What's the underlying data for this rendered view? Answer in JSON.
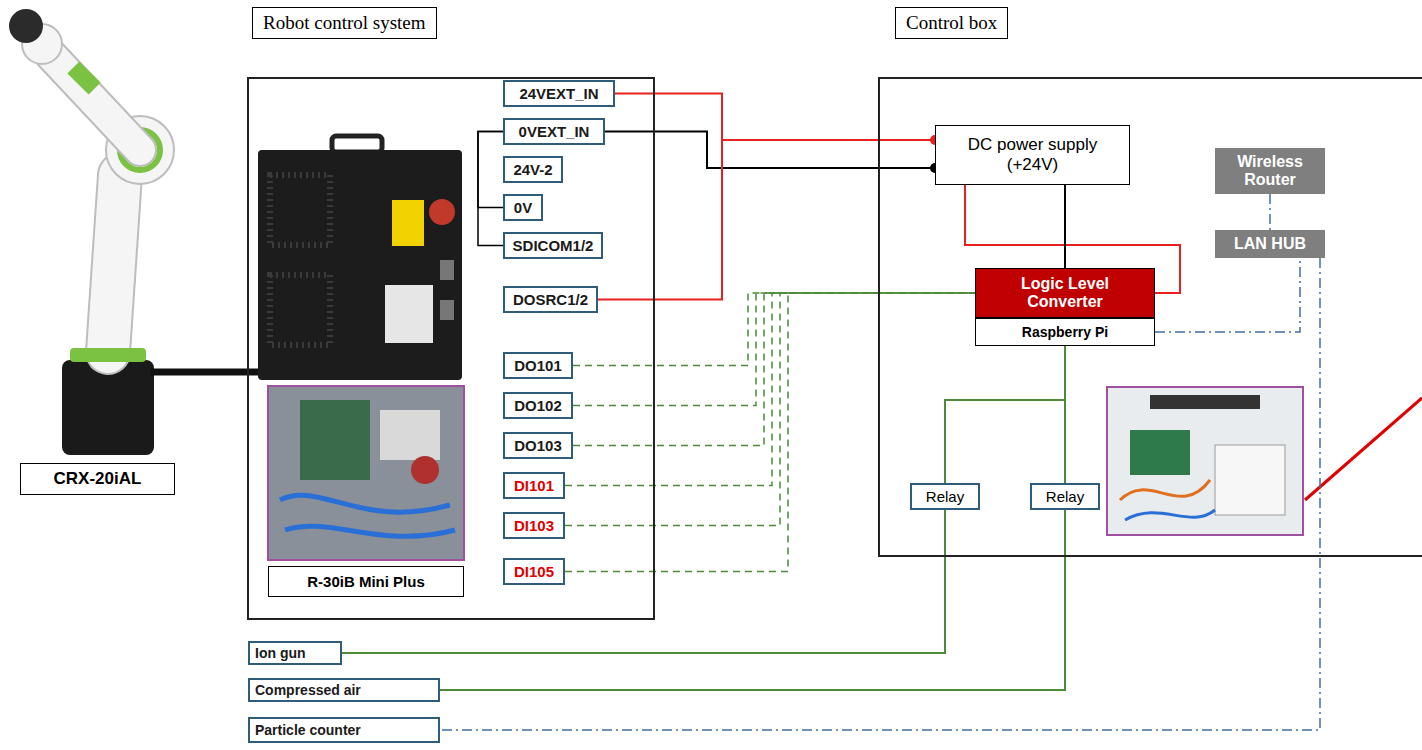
{
  "diagram": {
    "nodes": [
      {
        "text": [
          "Robot control system"
        ]
      },
      {
        "text": [
          "24VEXT_IN"
        ],
        "in": 0
      },
      {
        "text": [
          "0VEXT_IN"
        ],
        "in": 0
      },
      {
        "text": [
          "24V-2"
        ],
        "in": 0
      },
      {
        "text": [
          "0V"
        ],
        "in": 0
      },
      {
        "text": [
          "SDICOM1/2"
        ],
        "in": 0
      },
      {
        "text": [
          "DOSRC1/2"
        ],
        "in": 0
      },
      {
        "text": [
          "DO101"
        ],
        "in": 0
      },
      {
        "text": [
          "DO102"
        ],
        "in": 0
      },
      {
        "text": [
          "DO103"
        ],
        "in": 0
      },
      {
        "text": [
          "DI101"
        ],
        "in": 0
      },
      {
        "text": [
          "DI103"
        ],
        "in": 0
      },
      {
        "text": [
          "DI105"
        ],
        "in": 0
      },
      {
        "text": [
          "R-30iB Mini Plus"
        ],
        "in": 0
      },
      {
        "text": [
          "Control box"
        ]
      },
      {
        "text": [
          "DC power supply (+24V)"
        ],
        "in": 14
      },
      {
        "text": [
          "Wireless Router"
        ],
        "in": 14
      },
      {
        "text": [
          "LAN HUB"
        ],
        "in": 14
      },
      {
        "text": [
          "Logic Level Converter"
        ],
        "in": 14
      },
      {
        "text": [
          "Raspberry Pi"
        ],
        "in": 14
      },
      {
        "text": [
          "Relay"
        ],
        "in": 14
      },
      {
        "text": [
          "Relay"
        ],
        "in": 14
      },
      {
        "text": [
          "CRX-20iAL"
        ]
      },
      {
        "text": [
          "Ion gun"
        ]
      },
      {
        "text": [
          "Compressed air"
        ]
      },
      {
        "text": [
          "Particle counter"
        ]
      }
    ],
    "edges": [
      {
        "from": 1,
        "to": 15,
        "arrow": "none"
      },
      {
        "from": 2,
        "to": 15,
        "arrow": "none"
      },
      {
        "from": 2,
        "to": 4,
        "arrow": "none"
      },
      {
        "from": 2,
        "to": 5,
        "arrow": "none"
      },
      {
        "from": 6,
        "to": 15,
        "arrow": "none"
      },
      {
        "from": 15,
        "to": 18,
        "arrow": "none"
      },
      {
        "from": 15,
        "to": 18,
        "arrow": "none"
      },
      {
        "from": 7,
        "to": 18,
        "arrow": "none"
      },
      {
        "from": 8,
        "to": 18,
        "arrow": "none"
      },
      {
        "from": 9,
        "to": 18,
        "arrow": "none"
      },
      {
        "from": 10,
        "to": 18,
        "arrow": "none"
      },
      {
        "from": 11,
        "to": 18,
        "arrow": "none"
      },
      {
        "from": 12,
        "to": 18,
        "arrow": "none"
      },
      {
        "from": 19,
        "to": 20,
        "arrow": "none"
      },
      {
        "from": 19,
        "to": 21,
        "arrow": "none"
      },
      {
        "from": 20,
        "to": 23,
        "arrow": "none"
      },
      {
        "from": 21,
        "to": 24,
        "arrow": "none"
      },
      {
        "from": 19,
        "to": 17,
        "arrow": "none"
      },
      {
        "from": 16,
        "to": 17,
        "arrow": "none"
      },
      {
        "from": 17,
        "to": 25,
        "arrow": "none"
      }
    ]
  }
}
